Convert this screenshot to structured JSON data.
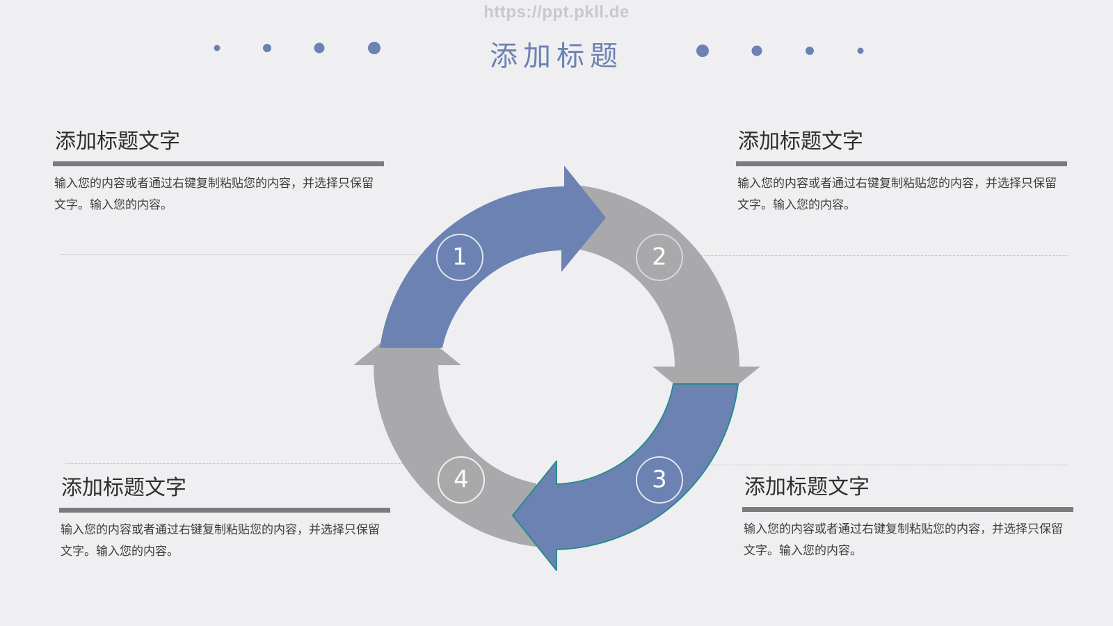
{
  "watermark": "https://ppt.pkll.de",
  "title": "添加标题",
  "colors": {
    "accent": "#6b82b3",
    "gray_arrow": "#a9a9ab",
    "bar": "#7b7b7e",
    "background": "#efeff1"
  },
  "blocks": [
    {
      "title": "添加标题文字",
      "body": "输入您的内容或者通过右键复制粘贴您的内容，并选择只保留文字。输入您的内容。"
    },
    {
      "title": "添加标题文字",
      "body": "输入您的内容或者通过右键复制粘贴您的内容，并选择只保留文字。输入您的内容。"
    },
    {
      "title": "添加标题文字",
      "body": "输入您的内容或者通过右键复制粘贴您的内容，并选择只保留文字。输入您的内容。"
    },
    {
      "title": "添加标题文字",
      "body": "输入您的内容或者通过右键复制粘贴您的内容，并选择只保留文字。输入您的内容。"
    }
  ],
  "cycle": {
    "steps": [
      {
        "number": "1",
        "color": "blue"
      },
      {
        "number": "2",
        "color": "gray"
      },
      {
        "number": "3",
        "color": "blue"
      },
      {
        "number": "4",
        "color": "gray"
      }
    ]
  }
}
